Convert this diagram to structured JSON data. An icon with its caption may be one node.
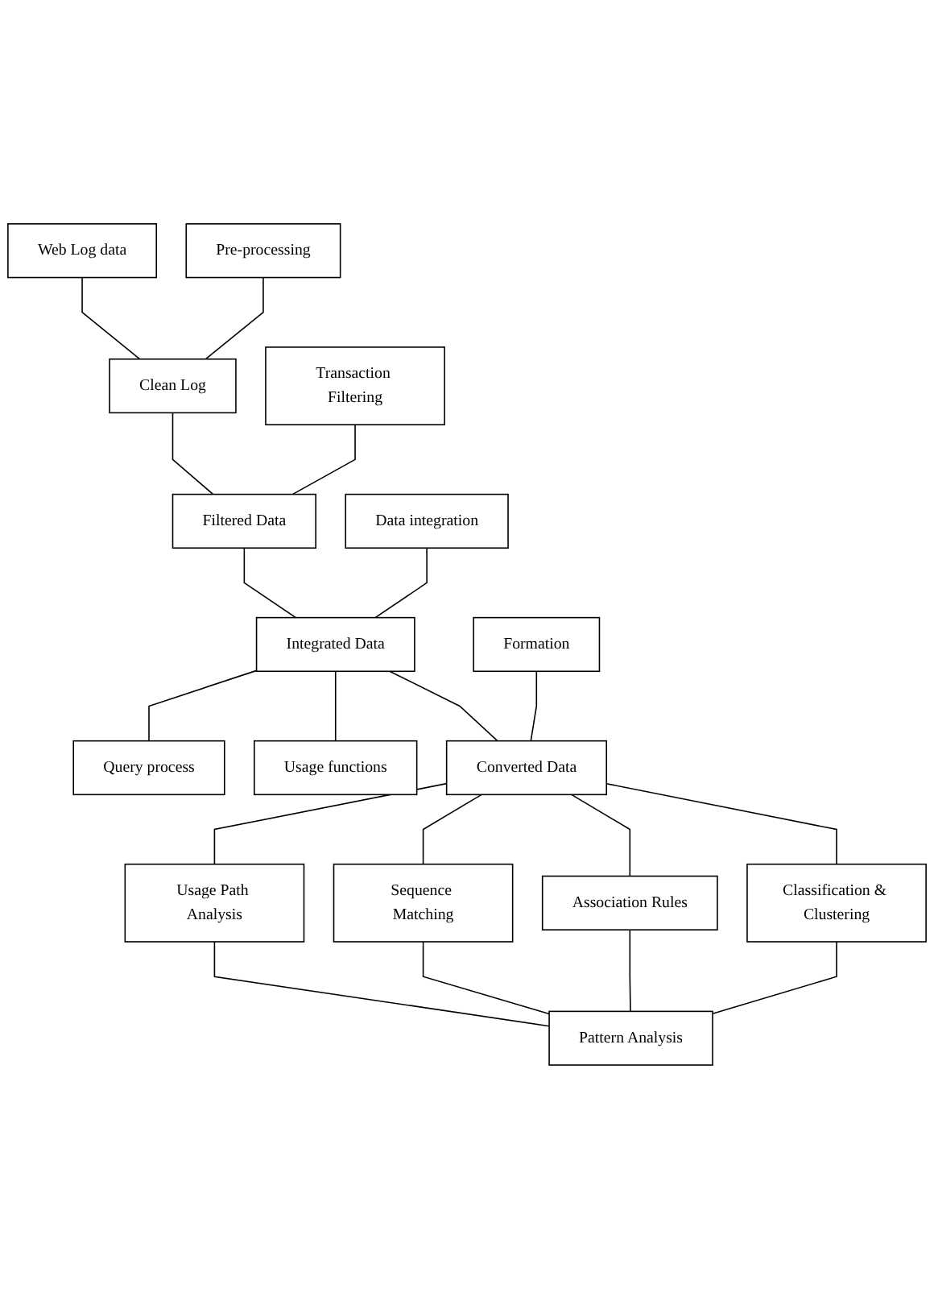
{
  "diagram": {
    "nodes": [
      {
        "text": [
          "Web Log data"
        ]
      },
      {
        "text": [
          "Pre-processing"
        ]
      },
      {
        "text": [
          "Clean Log"
        ]
      },
      {
        "text": [
          "Transaction Filtering"
        ]
      },
      {
        "text": [
          "Filtered Data"
        ]
      },
      {
        "text": [
          "Data integration"
        ]
      },
      {
        "text": [
          "Integrated Data"
        ]
      },
      {
        "text": [
          "Query process"
        ]
      },
      {
        "text": [
          "Usage functions"
        ]
      },
      {
        "text": [
          "Formation"
        ]
      },
      {
        "text": [
          "Converted Data"
        ]
      },
      {
        "text": [
          "Usage Path Analysis"
        ]
      },
      {
        "text": [
          "Sequence Matching"
        ]
      },
      {
        "text": [
          "Association Rules"
        ]
      },
      {
        "text": [
          "Classification & Clustering"
        ]
      },
      {
        "text": [
          "Pattern Analysis"
        ]
      }
    ],
    "edges": [
      {
        "from": 0,
        "to": 2,
        "arrow": "none"
      },
      {
        "from": 1,
        "to": 2,
        "arrow": "none"
      },
      {
        "from": 2,
        "to": 4,
        "arrow": "none"
      },
      {
        "from": 3,
        "to": 4,
        "arrow": "none"
      },
      {
        "from": 4,
        "to": 6,
        "arrow": "none"
      },
      {
        "from": 5,
        "to": 6,
        "arrow": "none"
      },
      {
        "from": 6,
        "to": 7,
        "arrow": "none"
      },
      {
        "from": 8,
        "to": 6,
        "arrow": "none"
      },
      {
        "from": 6,
        "to": 10,
        "arrow": "none"
      },
      {
        "from": 9,
        "to": 10,
        "arrow": "none"
      },
      {
        "from": 10,
        "to": 11,
        "arrow": "none"
      },
      {
        "from": 10,
        "to": 12,
        "arrow": "none"
      },
      {
        "from": 10,
        "to": 13,
        "arrow": "none"
      },
      {
        "from": 10,
        "to": 14,
        "arrow": "none"
      },
      {
        "from": 11,
        "to": 15,
        "arrow": "none"
      },
      {
        "from": 12,
        "to": 15,
        "arrow": "none"
      },
      {
        "from": 13,
        "to": 15,
        "arrow": "none"
      },
      {
        "from": 14,
        "to": 15,
        "arrow": "none"
      }
    ]
  }
}
